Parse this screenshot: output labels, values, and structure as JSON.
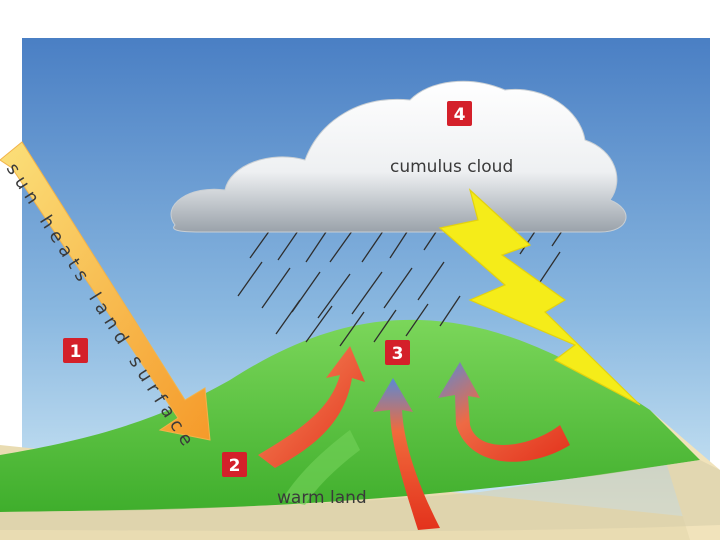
{
  "labels": {
    "sun_arrow": "sun heats land surface",
    "cloud": "cumulus cloud",
    "land": "warm land"
  },
  "steps": [
    "1",
    "2",
    "3",
    "4"
  ],
  "colors": {
    "sky_top": "#4f86c8",
    "sky_bottom": "#cfe6f4",
    "land_green": "#55c43a",
    "land_side": "#e8d7a8",
    "badge_red": "#d4202a",
    "lightning": "#f6ee1a",
    "sun_arrow": "#f7a12c",
    "warm_air": "#e8411f",
    "rising_air_tip": "#4f86d6"
  }
}
